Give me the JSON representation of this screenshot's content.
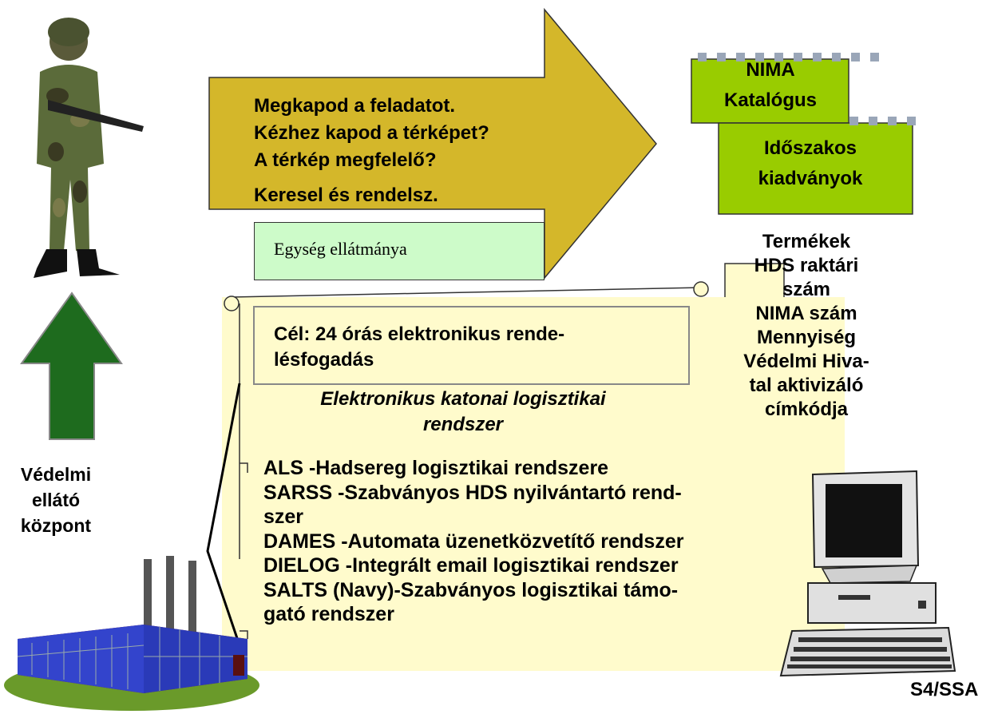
{
  "arrow_text": {
    "line1": "Megkapod a feladatot.",
    "line2": "Kézhez kapod a térképet?",
    "line3": "A térkép megfelelő?",
    "line4": "Keresel és rendelsz."
  },
  "unit_box": "Egység ellátmánya",
  "catalog": {
    "line1": "NIMA",
    "line2": "Katalógus"
  },
  "periodicals": {
    "line1": "Időszakos",
    "line2": "kiadványok"
  },
  "products": {
    "lines": [
      "Termékek",
      "HDS raktári",
      "szám",
      "NIMA szám",
      "Mennyiség",
      "Védelmi Hiva-",
      "tal aktivizáló",
      "címkódja"
    ]
  },
  "goal": {
    "line1": "Cél: 24 órás elektronikus rende-",
    "line2": "lésfogadás"
  },
  "system_title": {
    "line1": "Elektronikus katonai logisztikai",
    "line2": "rendszer"
  },
  "systems": {
    "lines": [
      "ALS -Hadsereg logisztikai rendszere",
      "SARSS -Szabványos HDS nyilvántartó rend-",
      "szer",
      "DAMES -Automata üzenetközvetítő rendszer",
      "DIELOG -Integrált email logisztikai rendszer",
      "SALTS (Navy)-Szabványos logisztikai támo-",
      "gató rendszer"
    ]
  },
  "depot_label": {
    "line1": "Védelmi",
    "line2": "ellátó",
    "line3": "központ"
  },
  "terminal_label": "S4/SSA",
  "colors": {
    "big_arrow": "#d4b72a",
    "unit_box": "#cdfbc9",
    "green_cards": "#99cc00",
    "scroll": "#fffbcc",
    "up_arrow": "#1e6b1e"
  }
}
